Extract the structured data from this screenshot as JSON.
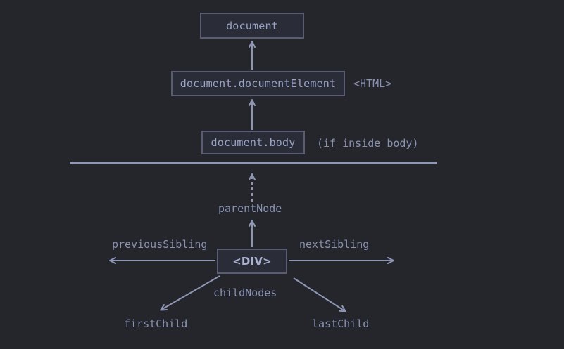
{
  "diagram": {
    "title": "DOM node relationship properties",
    "colors": {
      "background": "#24262b",
      "box_fill": "#2a2d38",
      "box_border": "#5a5c72",
      "box_text": "#9aa3c4",
      "label_text": "#8a92b2",
      "arrow": "#8f96b4",
      "divider": "#9098b8",
      "div_text": "#a9b2d0"
    }
  },
  "nodes": {
    "document": {
      "label": "document"
    },
    "document_element": {
      "label": "document.documentElement"
    },
    "document_body": {
      "label": "document.body"
    },
    "current_element": {
      "label": "<DIV>"
    }
  },
  "annotations": {
    "html_tag": "<HTML>",
    "if_inside_body": "(if inside body)"
  },
  "relations": {
    "parent_node": "parentNode",
    "previous_sibling": "previousSibling",
    "next_sibling": "nextSibling",
    "child_nodes": "childNodes",
    "first_child": "firstChild",
    "last_child": "lastChild"
  }
}
